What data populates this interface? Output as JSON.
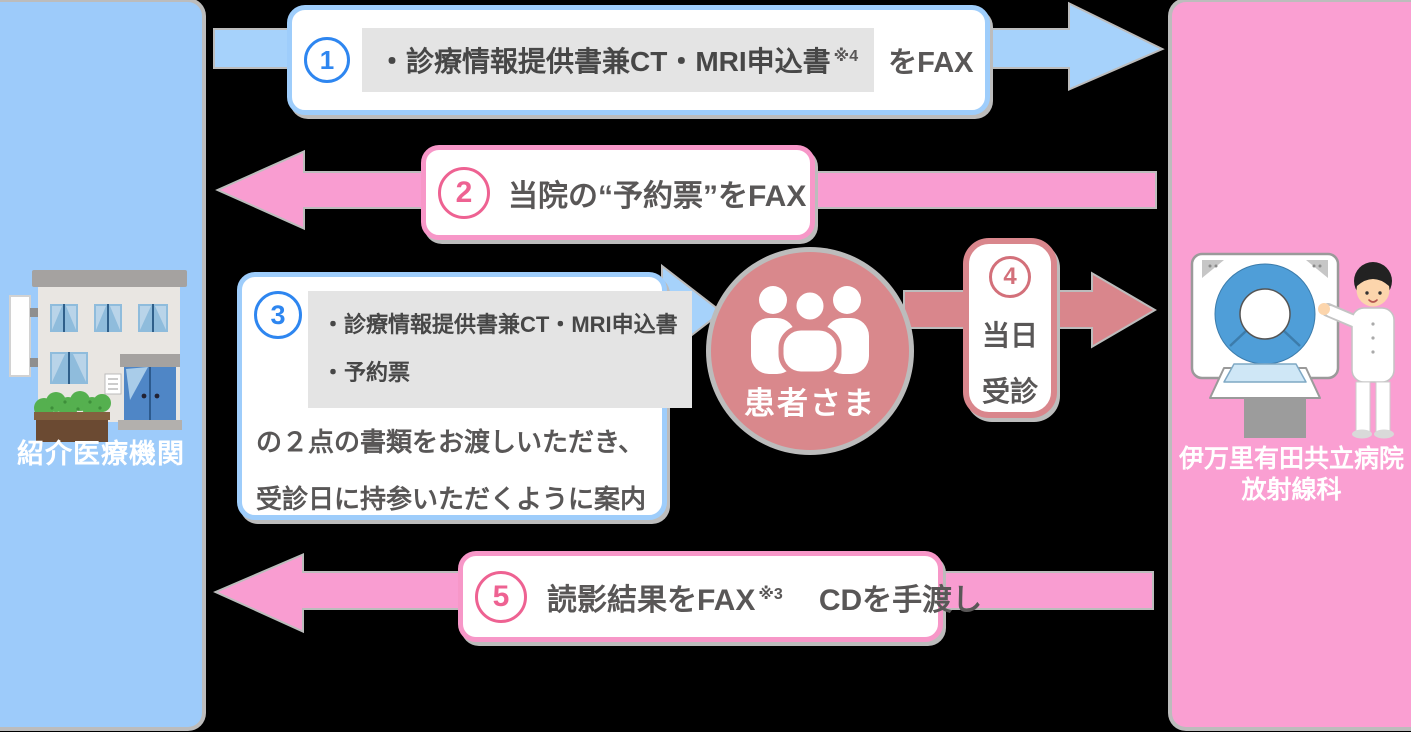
{
  "colors": {
    "background": "#000000",
    "left_panel": "#9dcbfa",
    "right_panel": "#fa9fd2",
    "blue_arrow": "#a6d2fb",
    "pink_arrow": "#f99dd1",
    "salmon": "#d9868c",
    "blue_accent": "#2e86f0",
    "pink_accent": "#ee6292",
    "salmon_accent": "#d3707a",
    "text": "#595757",
    "doc_highlight": "#e4e4e4",
    "shadow": "#bcbcbc"
  },
  "icons": {
    "left": "clinic-building-icon",
    "right": "ct-scanner-and-radiologist-icon",
    "patient": "people-group-icon"
  },
  "left_panel": {
    "label": "紹介医療機関"
  },
  "right_panel": {
    "label_line1": "伊万里有田共立病院",
    "label_line2": "放射線科"
  },
  "patient": {
    "label": "患者さま"
  },
  "step1": {
    "number": "1",
    "document": "・診療情報提供書兼CT・MRI申込書",
    "note": "※4",
    "suffix": "をFAX"
  },
  "step2": {
    "number": "2",
    "text": "当院の“予約票”をFAX"
  },
  "step3": {
    "number": "3",
    "document1": "・診療情報提供書兼CT・MRI申込書",
    "document2": "・予約票",
    "body_line1": "の２点の書類をお渡しいただき、",
    "body_line2": "受診日に持参いただくように案内"
  },
  "step4": {
    "number": "4",
    "line1": "当日",
    "line2": "受診"
  },
  "step5": {
    "number": "5",
    "text1": "読影結果をFAX",
    "note": "※3",
    "text2": "CDを手渡し"
  }
}
